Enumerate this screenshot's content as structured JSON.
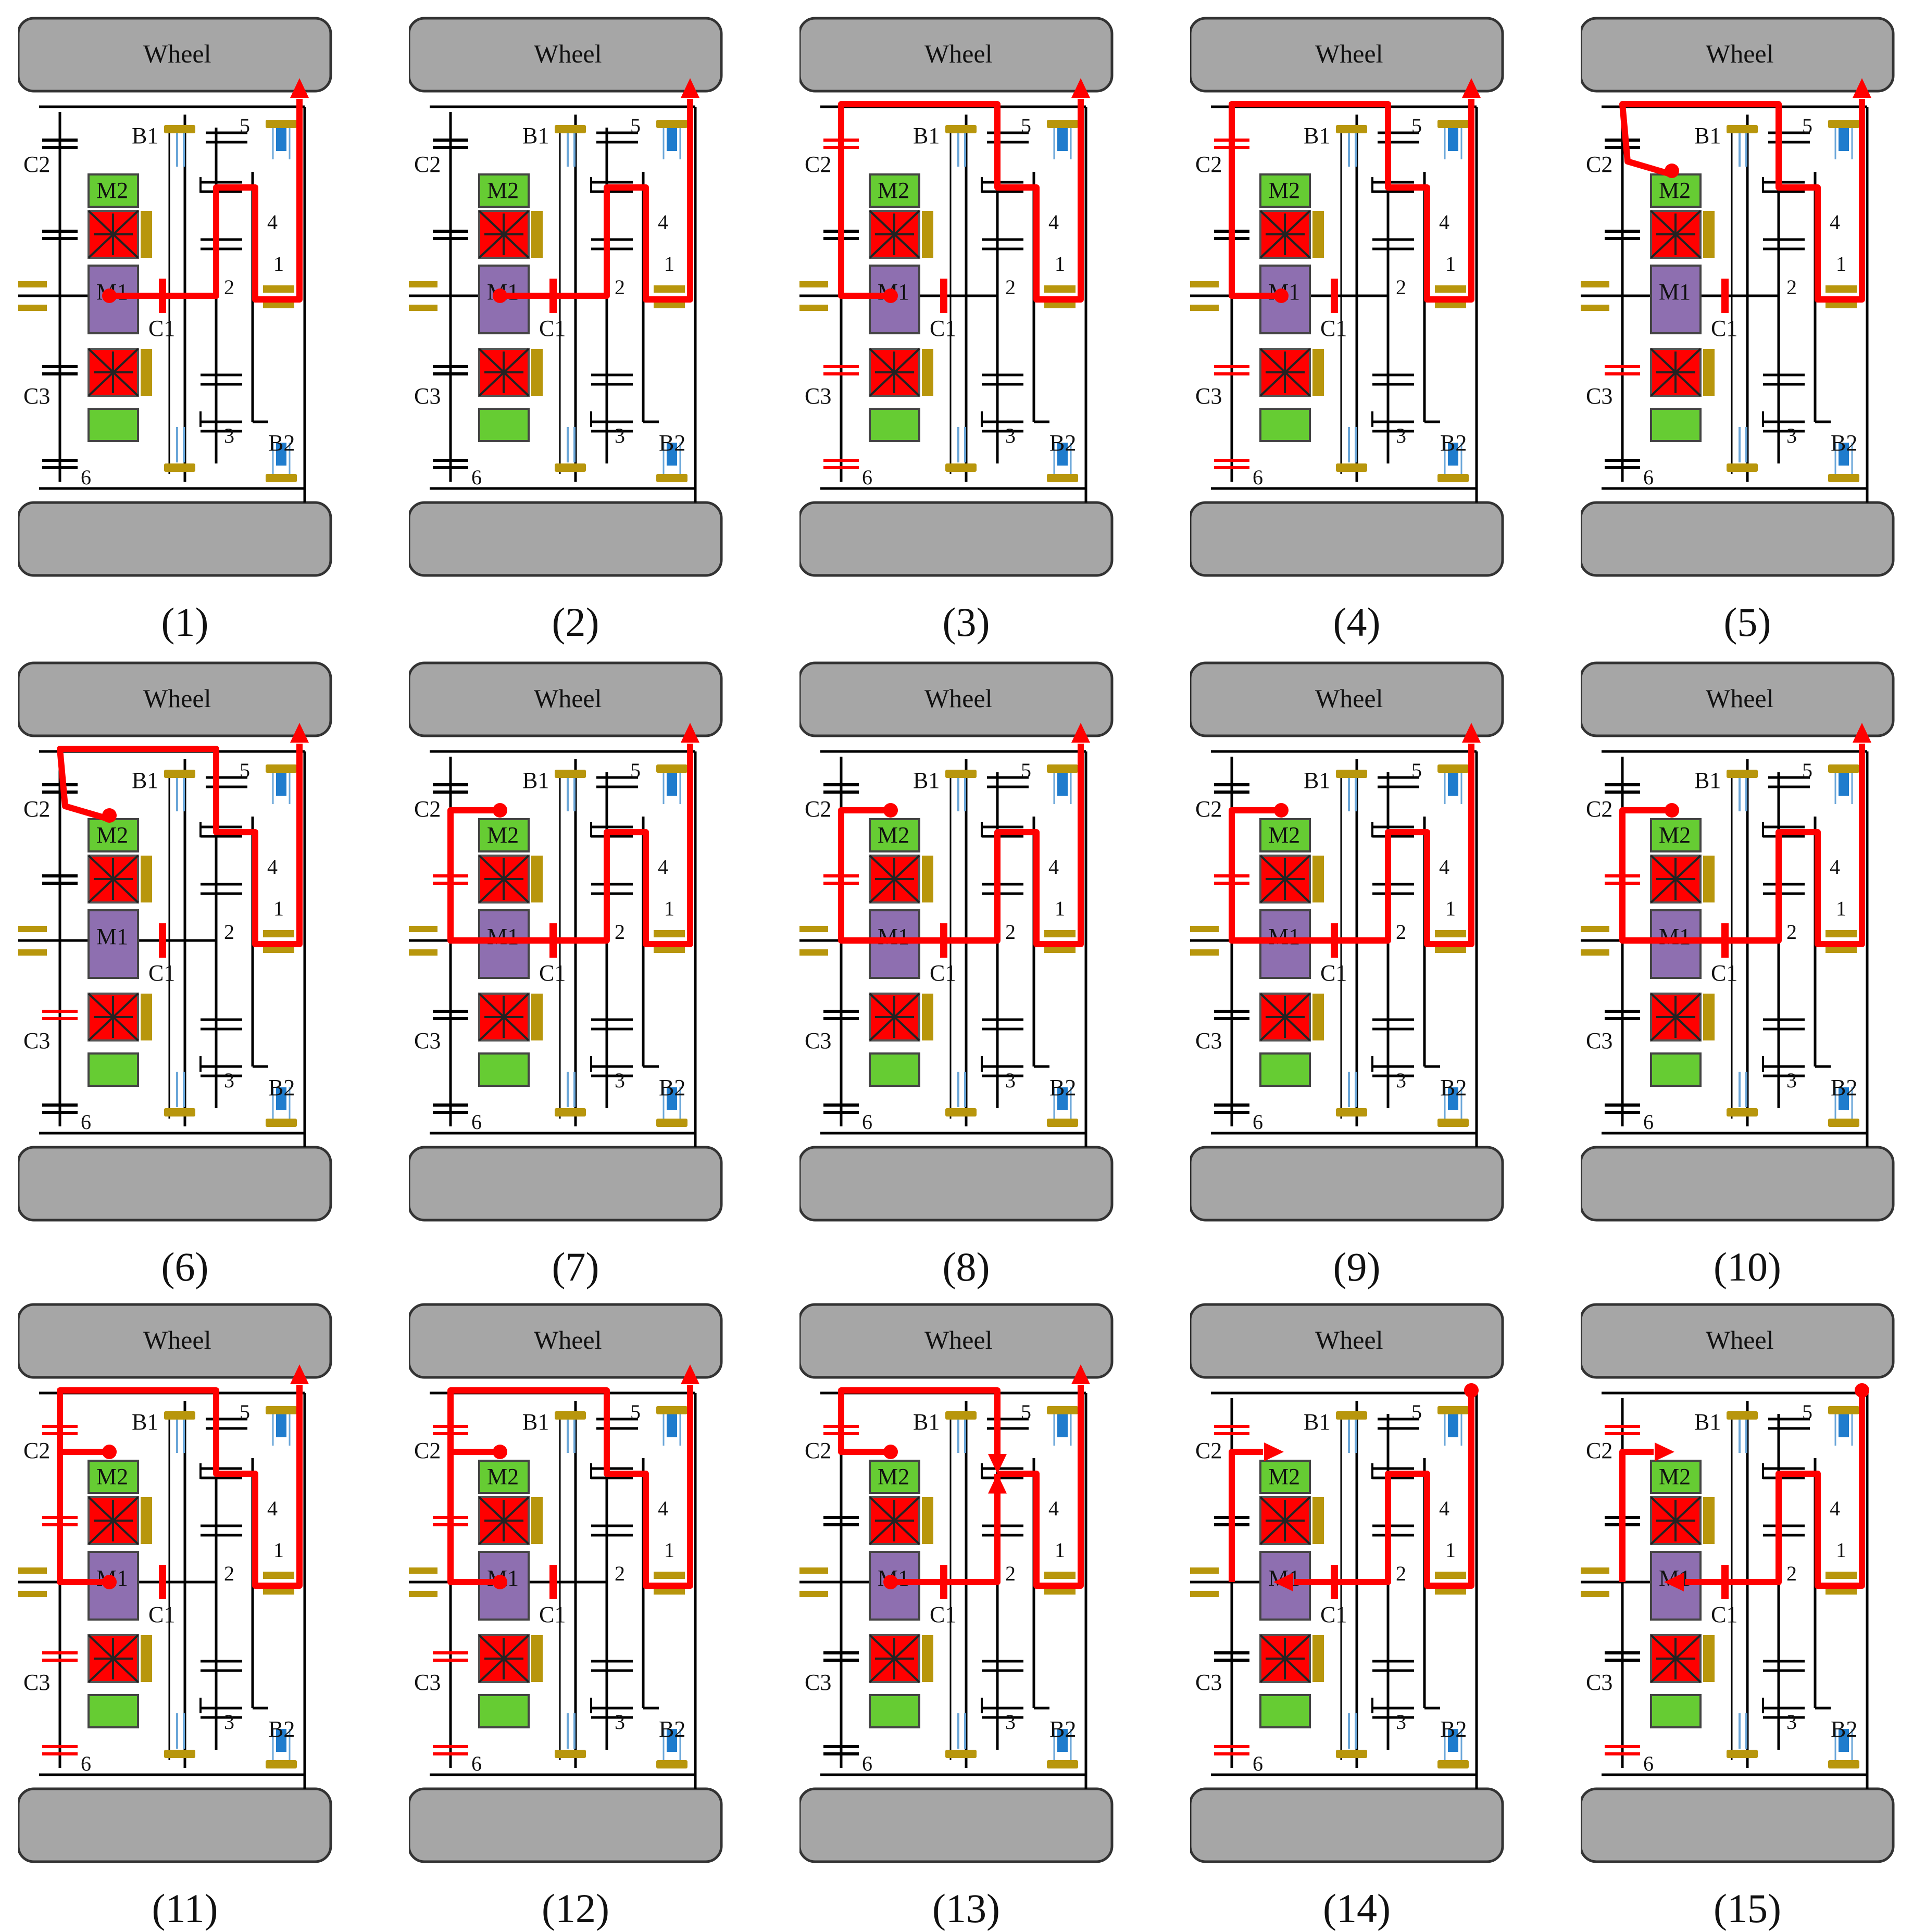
{
  "figure": {
    "wheel_top_label": "Wheel",
    "colors": {
      "wheel_fill": "#a6a6a6",
      "wheel_stroke": "#333333",
      "power_flow": "#ff0000",
      "shaft": "#000000",
      "m2_fill": "#66cc33",
      "m1_fill": "#8e6fb0",
      "motor_stator": "#ff0000",
      "bearing_gold": "#b8960c",
      "brake_blue": "#1f7ccd",
      "lower_green": "#66cc33"
    },
    "labels": {
      "b1": "B1",
      "b2": "B2",
      "c1": "C1",
      "c2": "C2",
      "c3": "C3",
      "m1": "M1",
      "m2": "M2",
      "g1": "1",
      "g2": "2",
      "g3": "3",
      "g4": "4",
      "g5": "5",
      "g6": "6"
    },
    "panels": [
      {
        "caption": "(1)",
        "mode": "m1"
      },
      {
        "caption": "(2)",
        "mode": "m1"
      },
      {
        "caption": "(3)",
        "mode": "loop_m1"
      },
      {
        "caption": "(4)",
        "mode": "loop_m1"
      },
      {
        "caption": "(5)",
        "mode": "m2_top"
      },
      {
        "caption": "(6)",
        "mode": "m2_top"
      },
      {
        "caption": "(7)",
        "mode": "dual"
      },
      {
        "caption": "(8)",
        "mode": "dual"
      },
      {
        "caption": "(9)",
        "mode": "dual"
      },
      {
        "caption": "(10)",
        "mode": "dual"
      },
      {
        "caption": "(11)",
        "mode": "top_both"
      },
      {
        "caption": "(12)",
        "mode": "top_both"
      },
      {
        "caption": "(13)",
        "mode": "top_arrows"
      },
      {
        "caption": "(14)",
        "mode": "regen"
      },
      {
        "caption": "(15)",
        "mode": "regen"
      }
    ]
  }
}
